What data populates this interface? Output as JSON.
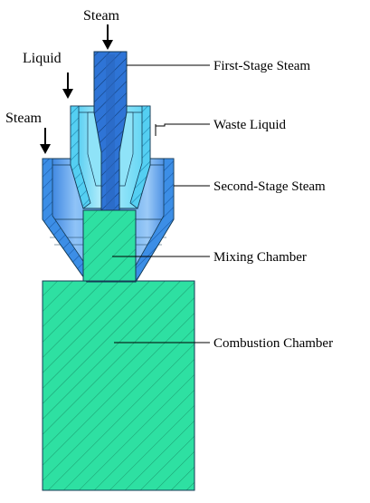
{
  "top_labels": {
    "steam_top": "Steam",
    "liquid": "Liquid",
    "steam_left": "Steam"
  },
  "callouts": {
    "first_stage_steam": "First-Stage Steam",
    "waste_liquid": "Waste Liquid",
    "second_stage_steam": "Second-Stage Steam",
    "mixing_chamber": "Mixing Chamber",
    "combustion_chamber": "Combustion Chamber"
  },
  "colors": {
    "first_stage_blue": "#2e74d6",
    "liquid_cyan": "#54cff2",
    "second_stage_blue": "#3c8ee6",
    "chamber_green": "#2ee0a2",
    "outline": "#143a55",
    "arrow": "#000000"
  }
}
